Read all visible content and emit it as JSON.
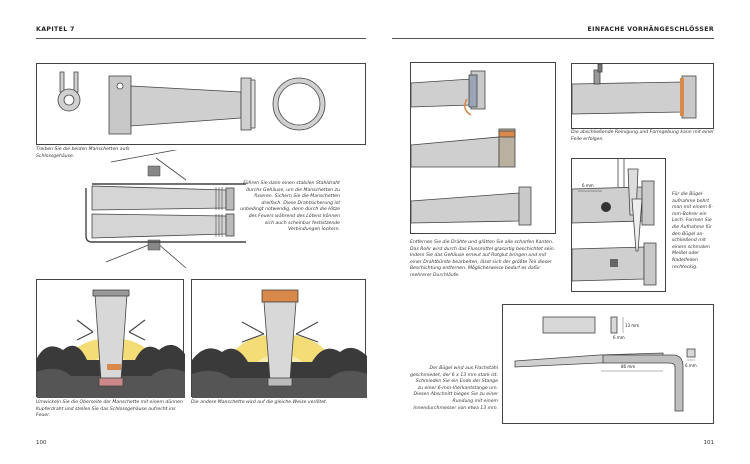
{
  "left_page": {
    "chapter": "KAPITEL 7",
    "page_number": "100",
    "captions": {
      "fig1": "Treiben Sie die beiden Manschetten aufs Schlossgehäuse.",
      "fig2": "Führen Sie dann einen stabilen Stahldraht durchs Gehäuse, um die Manschetten zu fixieren. Sichern Sie die Manschetten dreifach. Diese Draht­sicherung ist unbedingt notwendig, denn durch die Hitze des Feuers während des Lötens können sich auch scheinbar festsitzende Verbindungen lockern.",
      "fig3": "Umwickeln Sie die Oberseite der Manschette mit einem dünnen Kupferdraht und stellen Sie das Schlossgehäuse aufrecht ins Feuer.",
      "fig4": "Die andere Manschette wird auf die gleiche Weise verlötet."
    }
  },
  "right_page": {
    "section_title": "EINFACHE VORHÄNGESCHLÖSSER",
    "page_number": "101",
    "captions": {
      "fig5": "Entfernen Sie die Drähte und glätten Sie alle scharfen Kanten. Das Rohr wird durch das Flussmittel glasartig beschichtet sein. Indem Sie das Gehäuse erneut auf Rotglut bringen und mit einer Drahtbürste bearbeiten, lässt sich der größte Teil dieser Beschichtung entfernen. Möglicherweise bedarf es dafür mehrerer Durchläufe.",
      "fig6": "Die abschließende Reinigung und Formgebung kann mit einer Feile erfolgen.",
      "fig7": "Für die Bügel­aufnahme bohrt man mit einem 6-mm-Bohrer ein Loch. Formen Sie die Aufnahme für den Bügel an­schließend mit einem schmalen Meißel oder Nadelfeilen rechteckig.",
      "fig8": "Der Bügel wird aus Flachstahl geschmiedet, der 6 x 13 mm stark ist. Schmieden Sie ein Ende der Stange zu einer 6-mm-Vierkant­stange um. Diesen Abschnitt biegen Sie zu einer Rundung mit einem Innendurchmesser von etwa 13 mm."
    },
    "dimensions": {
      "drill": "6 mm",
      "height": "13 mm",
      "width": "6 mm",
      "length": "86 mm",
      "square": "6 mm"
    }
  },
  "colors": {
    "line": "#444444",
    "metal": "#c8c8c8",
    "copper": "#d98a4a",
    "flame": "#f2d66b",
    "coal": "#3a3a3a"
  }
}
